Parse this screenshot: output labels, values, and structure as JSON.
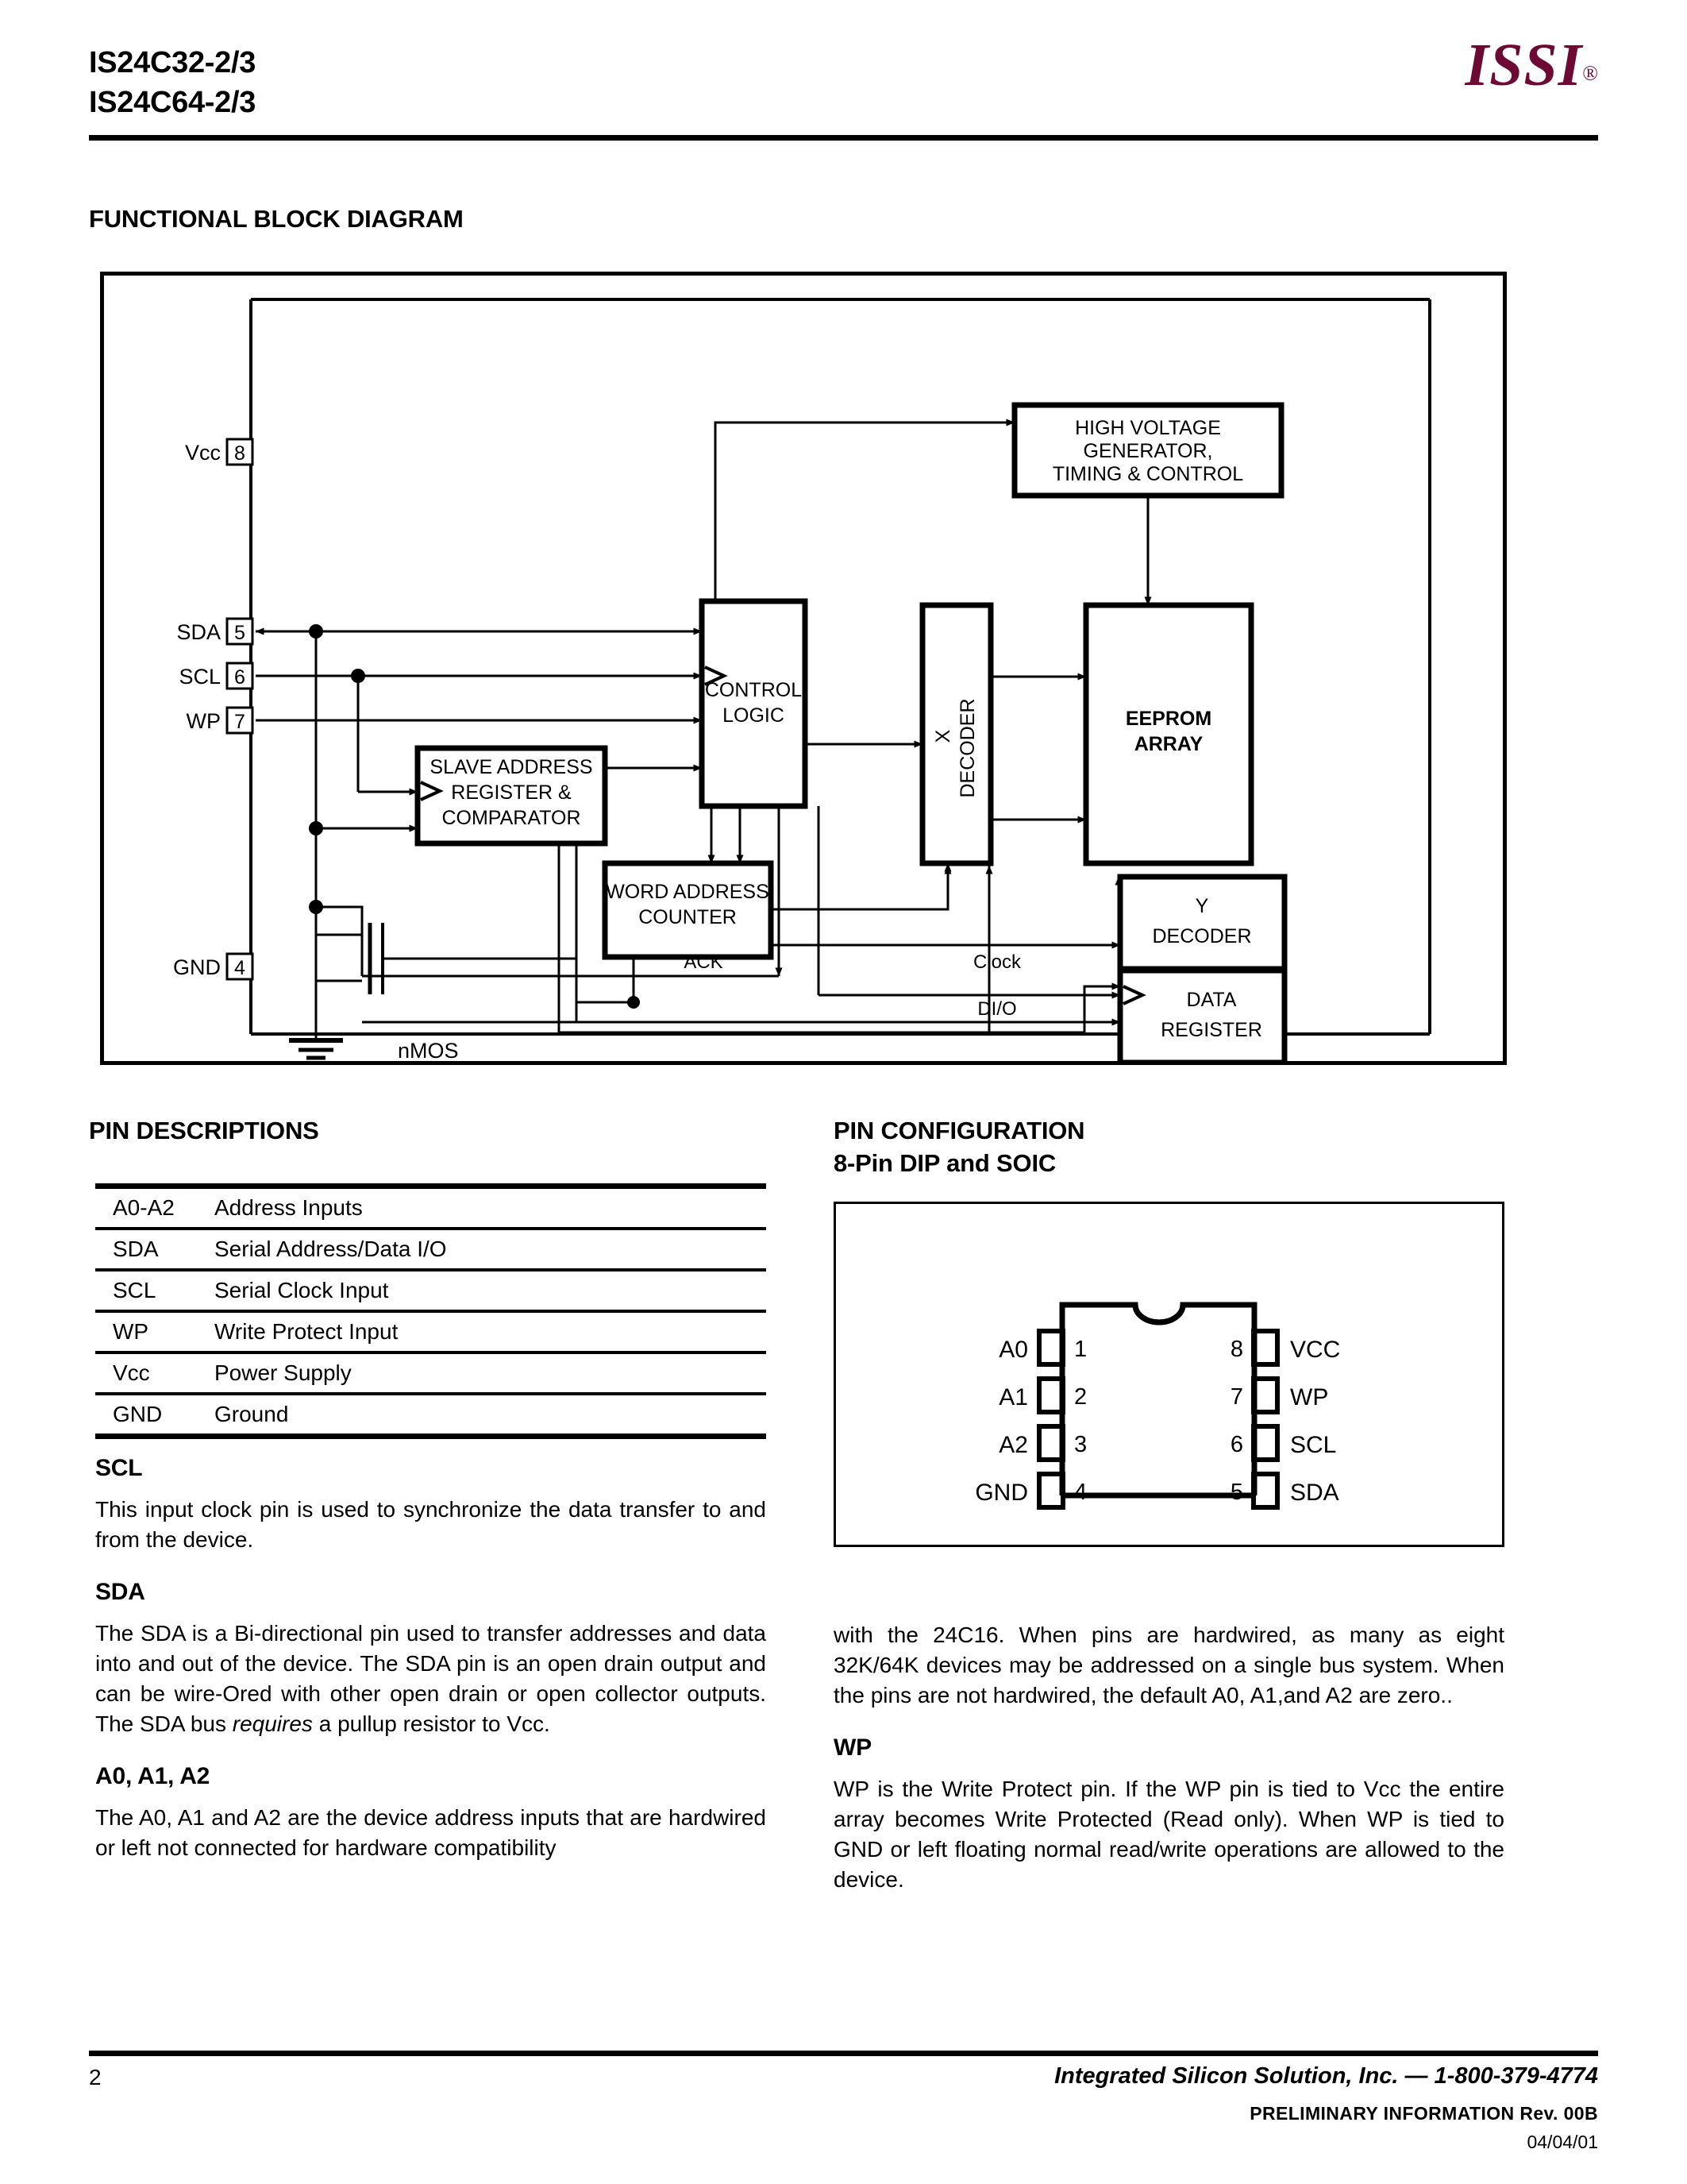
{
  "header": {
    "part_numbers": [
      "IS24C32-2/3",
      "IS24C64-2/3"
    ],
    "logo_text": "ISSI",
    "logo_registered": "®",
    "logo_color": "#6d0a34"
  },
  "sections": {
    "functional_block_diagram": "FUNCTIONAL BLOCK DIAGRAM",
    "pin_descriptions": "PIN DESCRIPTIONS",
    "pin_configuration_line1": "PIN CONFIGURATION",
    "pin_configuration_line2": "8-Pin DIP and SOIC"
  },
  "block_diagram": {
    "pins": [
      {
        "label": "Vcc",
        "number": "8"
      },
      {
        "label": "SDA",
        "number": "5"
      },
      {
        "label": "SCL",
        "number": "6"
      },
      {
        "label": "WP",
        "number": "7"
      },
      {
        "label": "GND",
        "number": "4"
      }
    ],
    "blocks": [
      {
        "id": "hv",
        "lines": [
          "HIGH VOLTAGE",
          "GENERATOR,",
          "TIMING & CONTROL"
        ],
        "bold": false
      },
      {
        "id": "control",
        "lines": [
          "CONTROL",
          "LOGIC"
        ],
        "bold": false
      },
      {
        "id": "slave",
        "lines": [
          "SLAVE ADDRESS",
          "REGISTER &",
          "COMPARATOR"
        ],
        "bold": false
      },
      {
        "id": "word",
        "lines": [
          "WORD ADDRESS",
          "COUNTER"
        ],
        "bold": false
      },
      {
        "id": "xdec",
        "lines": [
          "X",
          "DECODER"
        ],
        "bold": false,
        "rotated": true
      },
      {
        "id": "eeprom",
        "lines": [
          "EEPROM",
          "ARRAY"
        ],
        "bold": true
      },
      {
        "id": "ydec",
        "lines": [
          "Y",
          "DECODER"
        ],
        "bold": false
      },
      {
        "id": "datareg",
        "lines": [
          "DATA",
          "REGISTER"
        ],
        "bold": false
      }
    ],
    "signal_labels": [
      "ACK",
      "Clock",
      "DI/O"
    ],
    "device_label": "nMOS"
  },
  "pin_descriptions": {
    "rows": [
      {
        "name": "A0-A2",
        "description": "Address Inputs"
      },
      {
        "name": "SDA",
        "description": "Serial Address/Data I/O"
      },
      {
        "name": "SCL",
        "description": "Serial Clock Input"
      },
      {
        "name": "WP",
        "description": "Write Protect Input"
      },
      {
        "name": "Vcc",
        "description": "Power Supply"
      },
      {
        "name": "GND",
        "description": "Ground"
      }
    ]
  },
  "pin_configuration": {
    "left_pins": [
      {
        "name": "A0",
        "number": "1"
      },
      {
        "name": "A1",
        "number": "2"
      },
      {
        "name": "A2",
        "number": "3"
      },
      {
        "name": "GND",
        "number": "4"
      }
    ],
    "right_pins": [
      {
        "name": "VCC",
        "number": "8"
      },
      {
        "name": "WP",
        "number": "7"
      },
      {
        "name": "SCL",
        "number": "6"
      },
      {
        "name": "SDA",
        "number": "5"
      }
    ]
  },
  "body": {
    "scl_heading": "SCL",
    "scl_text": "This input clock pin is used to synchronize the data transfer to and from the device.",
    "sda_heading": "SDA",
    "sda_text_part1": "The SDA is a Bi-directional pin used to transfer addresses and data into and out of the device.  The SDA pin is an open drain output and can be wire-Ored with other open drain or open collector outputs.  The SDA bus ",
    "sda_text_em": "requires",
    "sda_text_part2": " a pullup resistor to Vcc.",
    "addr_heading": "A0, A1, A2",
    "addr_text_left": "The A0, A1 and A2 are the device address inputs that are hardwired or left not connected for hardware compatibility",
    "addr_text_right": "with the 24C16. When pins are hardwired, as many as eight 32K/64K devices may be addressed on a single bus system. When the pins are not hardwired, the default A0, A1,and A2 are zero..",
    "wp_heading": "WP",
    "wp_text": "WP is the Write Protect pin.  If the WP pin is tied to Vcc the entire array becomes Write Protected (Read only). When WP is tied to GND or left floating normal read/write operations are allowed to the device."
  },
  "footer": {
    "page_number": "2",
    "company": "Integrated Silicon Solution, Inc. — 1-800-379-4774",
    "preliminary": "PRELIMINARY  INFORMATION   Rev.  00B",
    "date": "04/04/01"
  }
}
